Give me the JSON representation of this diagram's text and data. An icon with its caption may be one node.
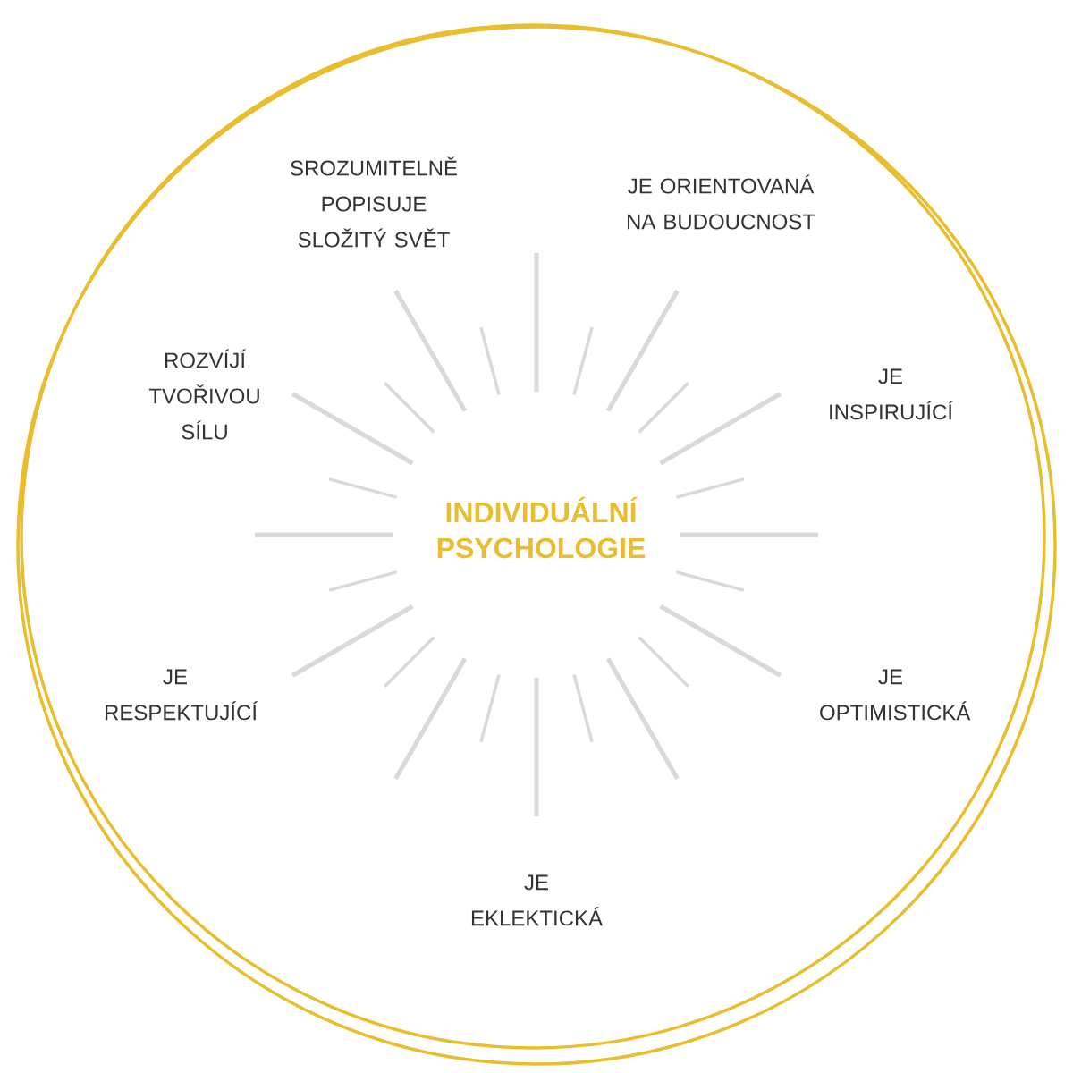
{
  "diagram": {
    "title": "INDIVIDUÁLNÍ PSYCHOLOGIE",
    "labels": [
      "SROZUMITELNĚ POPISUJE SLOŽITÝ SVĚT",
      "JE ORIENTOVANÁ NA BUDOUCNOST",
      "ROZVÍJÍ TVOŘIVOU SÍLU",
      "JE INSPIRUJÍCÍ",
      "JE RESPEKTUJÍCÍ",
      "JE OPTIMISTICKÁ",
      "JE EKLEKTICKÁ"
    ]
  }
}
